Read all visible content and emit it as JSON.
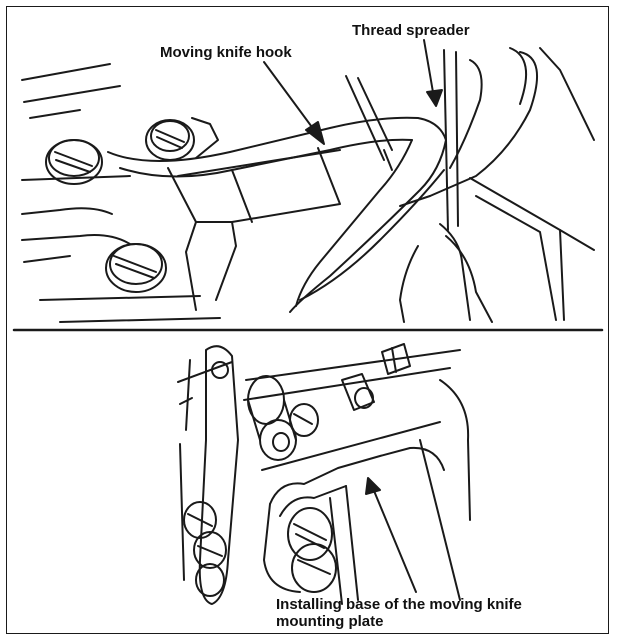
{
  "labels": {
    "moving_knife_hook": "Moving knife hook",
    "thread_spreader": "Thread spreader",
    "installing_base_line1": "Installing base of the moving knife",
    "installing_base_line2": "mounting plate"
  },
  "colors": {
    "ink": "#1a1a1a",
    "paper": "#ffffff"
  }
}
